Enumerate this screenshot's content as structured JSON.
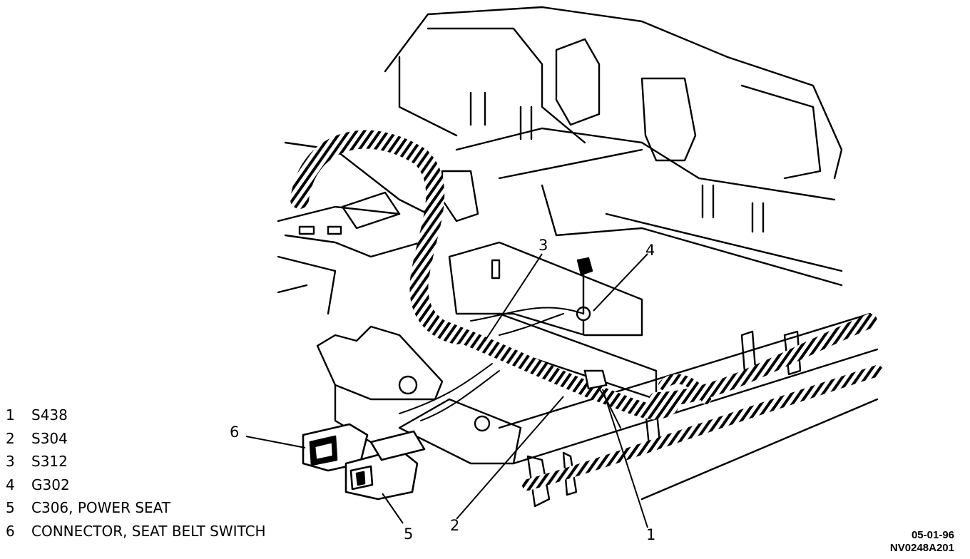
{
  "legend": [
    {
      "num": "1",
      "label": "S438"
    },
    {
      "num": "2",
      "label": "S304"
    },
    {
      "num": "3",
      "label": "S312"
    },
    {
      "num": "4",
      "label": "G302"
    },
    {
      "num": "5",
      "label": "C306, POWER SEAT"
    },
    {
      "num": "6",
      "label": "CONNECTOR, SEAT BELT SWITCH"
    }
  ],
  "callouts": [
    "1",
    "2",
    "3",
    "4",
    "5",
    "6"
  ],
  "stamp": {
    "date": "05-01-96",
    "code": "NV0248A201"
  },
  "colors": {
    "ink": "#000000",
    "paper": "#ffffff"
  }
}
